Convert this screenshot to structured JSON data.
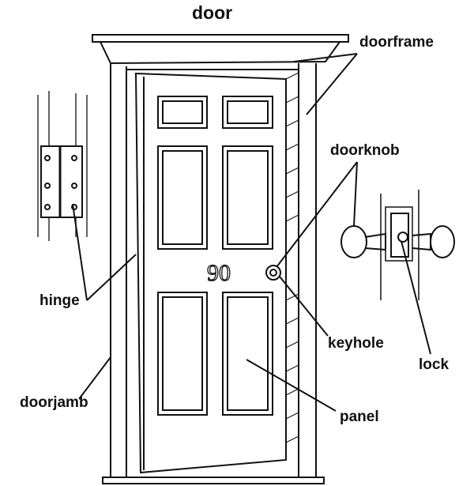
{
  "title": "door",
  "labels": {
    "doorframe": "doorframe",
    "doorknob": "doorknob",
    "hinge": "hinge",
    "keyhole": "keyhole",
    "lock": "lock",
    "doorjamb": "doorjamb",
    "panel": "panel"
  },
  "house_number": "90"
}
